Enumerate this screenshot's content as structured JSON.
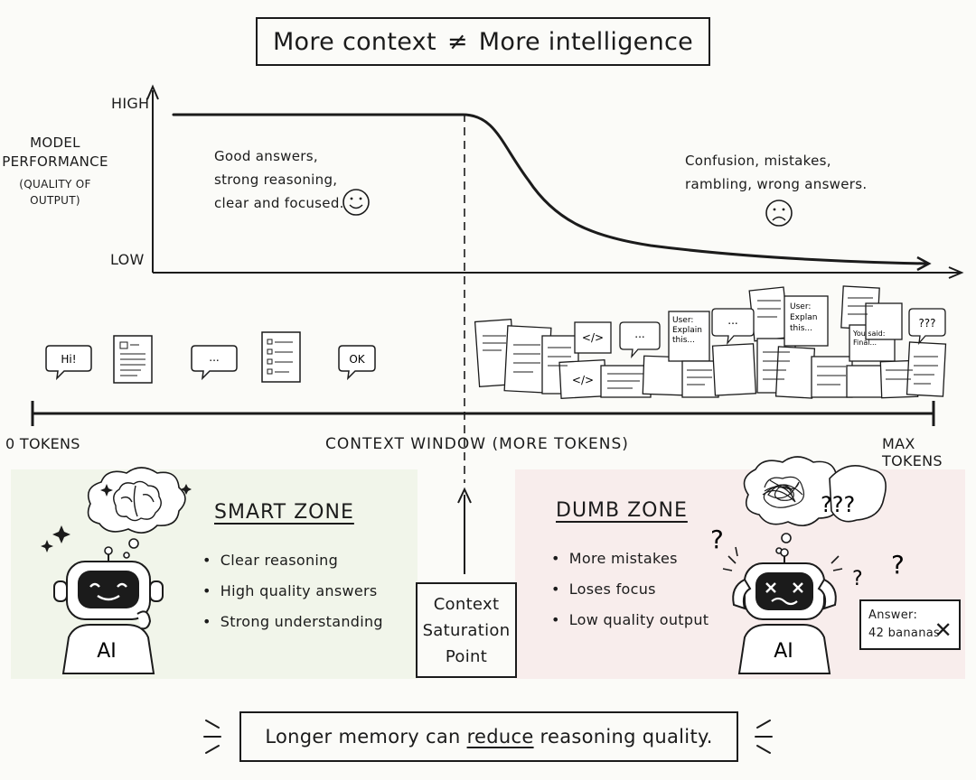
{
  "title": {
    "left": "More context",
    "symbol": "≠",
    "right": "More intelligence"
  },
  "performance_chart": {
    "ylabel_line1": "MODEL",
    "ylabel_line2": "PERFORMANCE",
    "ylabel_sub_line1": "(QUALITY OF",
    "ylabel_sub_line2": "OUTPUT)",
    "tick_high": "HIGH",
    "tick_low": "LOW",
    "good_note": [
      "Good answers,",
      "strong reasoning,",
      "clear and focused."
    ],
    "bad_note": [
      "Confusion, mistakes,",
      "rambling, wrong answers."
    ]
  },
  "token_axis": {
    "start_label": "0 TOKENS",
    "center_label": "CONTEXT WINDOW (MORE TOKENS)",
    "end_label": "MAX TOKENS",
    "small_items": [
      "Hi!",
      "...",
      "OK"
    ],
    "crowd_texts": {
      "code": "</>",
      "dots": "...",
      "user_a": [
        "User:",
        "Explain",
        "this..."
      ],
      "user_b": [
        "User:",
        "Explan",
        "this..."
      ],
      "question": "???",
      "you_said": [
        "You said:",
        "Final..."
      ]
    }
  },
  "smart_zone": {
    "title": "SMART ZONE",
    "items": [
      "Clear reasoning",
      "High quality answers",
      "Strong understanding"
    ],
    "robot_label": "AI"
  },
  "saturation_point": {
    "lines": [
      "Context",
      "Saturation",
      "Point"
    ]
  },
  "dumb_zone": {
    "title": "DUMB ZONE",
    "items": [
      "More mistakes",
      "Loses focus",
      "Low quality output"
    ],
    "robot_label": "AI",
    "thought": "???",
    "answer_label": "Answer:",
    "answer_value": "42 bananas",
    "answer_mark": "✕"
  },
  "caption": {
    "before": "Longer memory can ",
    "emphasis": "reduce",
    "after": " reasoning quality."
  },
  "colors": {
    "ink": "#1b1b1b",
    "smart_tint": "#eef3e8",
    "dumb_tint": "#f7eaea",
    "paper": "#fbfbf8"
  },
  "icons": [
    "smiley-icon",
    "frown-icon",
    "brain-icon",
    "tangle-icon",
    "sparkle-icon",
    "question-mark-icon",
    "robot-icon",
    "document-icon",
    "speech-bubble-icon"
  ]
}
